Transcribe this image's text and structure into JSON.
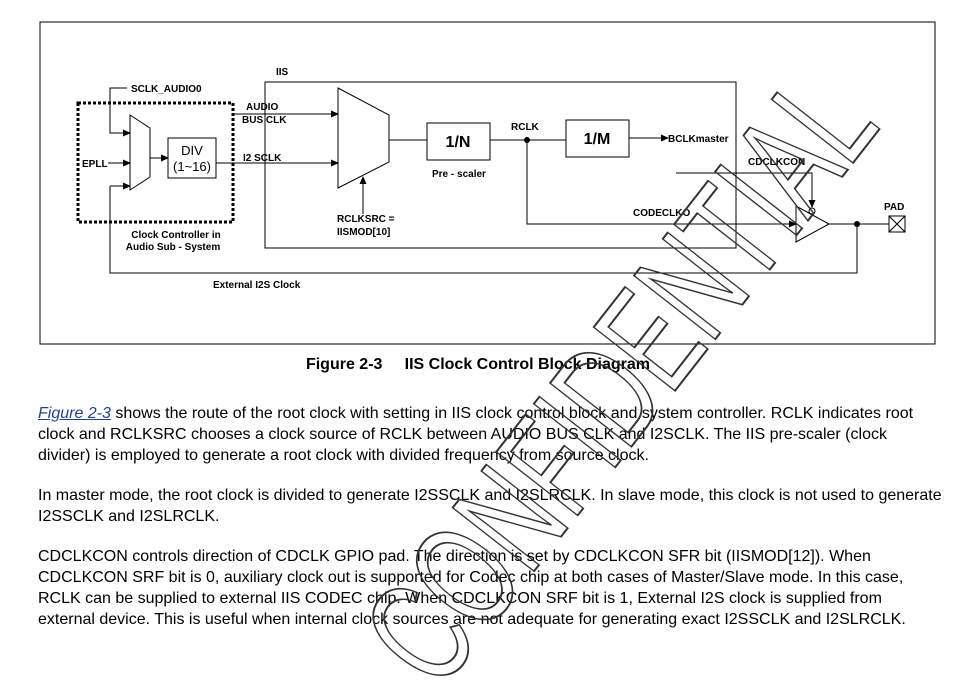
{
  "diagram": {
    "labels": {
      "sclk_audio0": "SCLK_AUDIO0",
      "iis": "IIS",
      "audio_bus_clk_1": "AUDIO",
      "audio_bus_clk_2": "BUS CLK",
      "i2s_sclk": "I2 SCLK",
      "epll": "EPLL",
      "div_1": "DIV",
      "div_2": "(1~16)",
      "clock_controller_1": "Clock Controller in",
      "clock_controller_2": "Audio Sub - System",
      "one_over_n": "1/N",
      "prescaler": "Pre - scaler",
      "rclk": "RCLK",
      "one_over_m": "1/M",
      "bclkmaster": "BCLKmaster",
      "cdclkcon": "CDCLKCON",
      "codeclko": "CODECLKO",
      "pad": "PAD",
      "rclksrc_1": "RCLKSRC =",
      "rclksrc_2": "IISMOD[10]",
      "external_i2s_clock": "External I2S Clock"
    }
  },
  "caption": "Figure 2-3     IIS Clock Control Block Diagram",
  "paragraphs": {
    "p1_link": "Figure 2-3",
    "p1_rest": " shows the route of the root clock with setting in IIS clock control block and system controller. RCLK indicates root clock and RCLKSRC chooses a clock source of RCLK between AUDIO BUS CLK and I2SCLK. The IIS pre-scaler (clock divider) is employed to generate a root clock with divided frequency from source clock.",
    "p2": "In master mode, the root clock is divided to generate I2SSCLK and I2SLRCLK. In slave mode, this clock is not used to generate I2SSCLK and I2SLRCLK.",
    "p3": "CDCLKCON controls direction of CDCLK GPIO pad. The direction is set by CDCLKCON SFR bit (IISMOD[12]). When CDCLKCON SRF bit is 0, auxiliary clock out is supported for Codec chip at both cases of Master/Slave mode. In this case, RCLK can be supplied to external IIS CODEC chip. When CDCLKCON SRF bit is 1, External I2S clock is supplied from external device. This is useful when internal clock sources are not adequate for generating exact I2SSCLK and I2SLRCLK."
  },
  "watermark": "CONFIDENTIAL"
}
